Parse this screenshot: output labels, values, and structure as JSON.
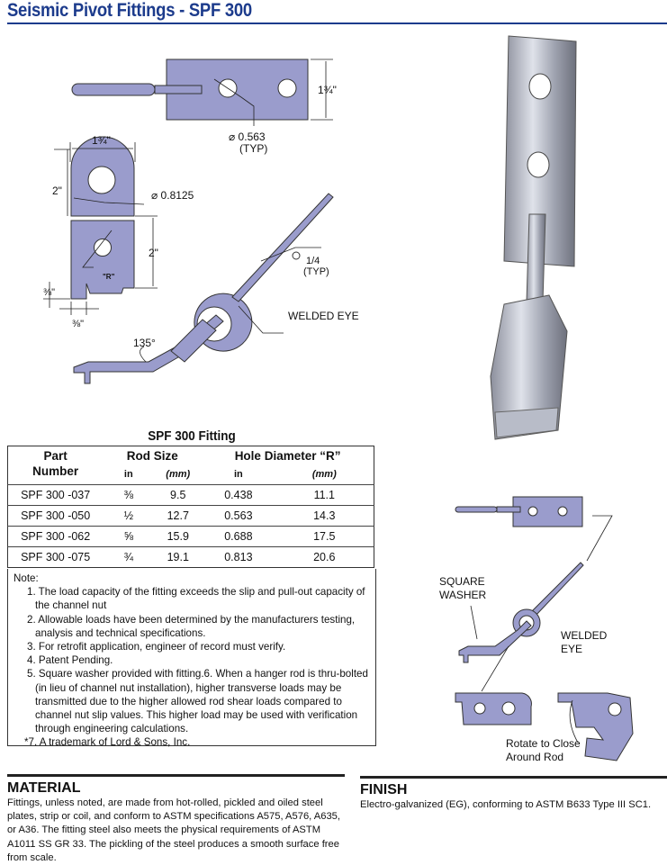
{
  "title": "Seismic Pivot Fittings - SPF 300",
  "drawing": {
    "plate_width": "1¾\"",
    "plate_hole": "⌀ 0.563",
    "plate_hole_typ": "(TYP)",
    "bracket_width": "1¾\"",
    "bracket_height": "2\"",
    "bracket_hole": "⌀ 0.8125",
    "bracket_lower_height": "2\"",
    "bracket_r": "\"R\"",
    "bracket_notch_h": "⅜\"",
    "bracket_notch_w": "⅜\"",
    "weld_size": "1/4",
    "weld_typ": "(TYP)",
    "welded_eye": "WELDED EYE",
    "angle": "135°"
  },
  "assembly": {
    "square_washer_1": "SQUARE",
    "square_washer_2": "WASHER",
    "welded_eye_1": "WELDED",
    "welded_eye_2": "EYE",
    "rotate_1": "Rotate to Close",
    "rotate_2": "Around Rod"
  },
  "table": {
    "title": "SPF 300 Fitting",
    "headers": {
      "part": "Part",
      "number": "Number",
      "rod_size": "Rod  Size",
      "hole_dia": "Hole Diameter “R”",
      "in1": "in",
      "mm1": "(mm)",
      "in2": "in",
      "mm2": "(mm)"
    },
    "rows": [
      [
        "SPF 300 -037",
        "⅜",
        "9.5",
        "0.438",
        "11.1"
      ],
      [
        "SPF 300 -050",
        "½",
        "12.7",
        "0.563",
        "14.3"
      ],
      [
        "SPF 300 -062",
        "⅝",
        "15.9",
        "0.688",
        "17.5"
      ],
      [
        "SPF 300 -075",
        "¾",
        "19.1",
        "0.813",
        "20.6"
      ]
    ]
  },
  "notes": {
    "heading": "Note:",
    "items": [
      "1. The load capacity of the fitting exceeds the slip and pull-out capacity of the channel nut",
      "2. Allowable loads have been determined by the manufacturers testing, analysis and technical specifications.",
      "3. For retrofit application, engineer of record must verify.",
      "4. Patent Pending.",
      "5. Square washer provided with fitting.6. When a hanger rod is thru-bolted (in lieu of channel nut installation), higher transverse loads may be transmitted due to the higher allowed rod shear loads compared to channel nut slip values.  This higher load may be used with verification through engineering calculations.",
      "*7. A trademark of Lord & Sons, Inc."
    ]
  },
  "material": {
    "heading": "MATERIAL",
    "text": "Fittings, unless noted, are made from hot-rolled, pickled and oiled steel plates, strip or coil, and conform to ASTM specifications A575, A576, A635, or A36. The fitting steel also meets the physical requirements of ASTM A1011 SS GR 33. The pickling of the steel produces a smooth surface free from scale."
  },
  "finish": {
    "heading": "FINISH",
    "text": "Electro-galvanized (EG), conforming to ASTM B633 Type III SC1."
  },
  "colors": {
    "title": "#1c3b8c",
    "part_fill": "#9a9ccc"
  }
}
